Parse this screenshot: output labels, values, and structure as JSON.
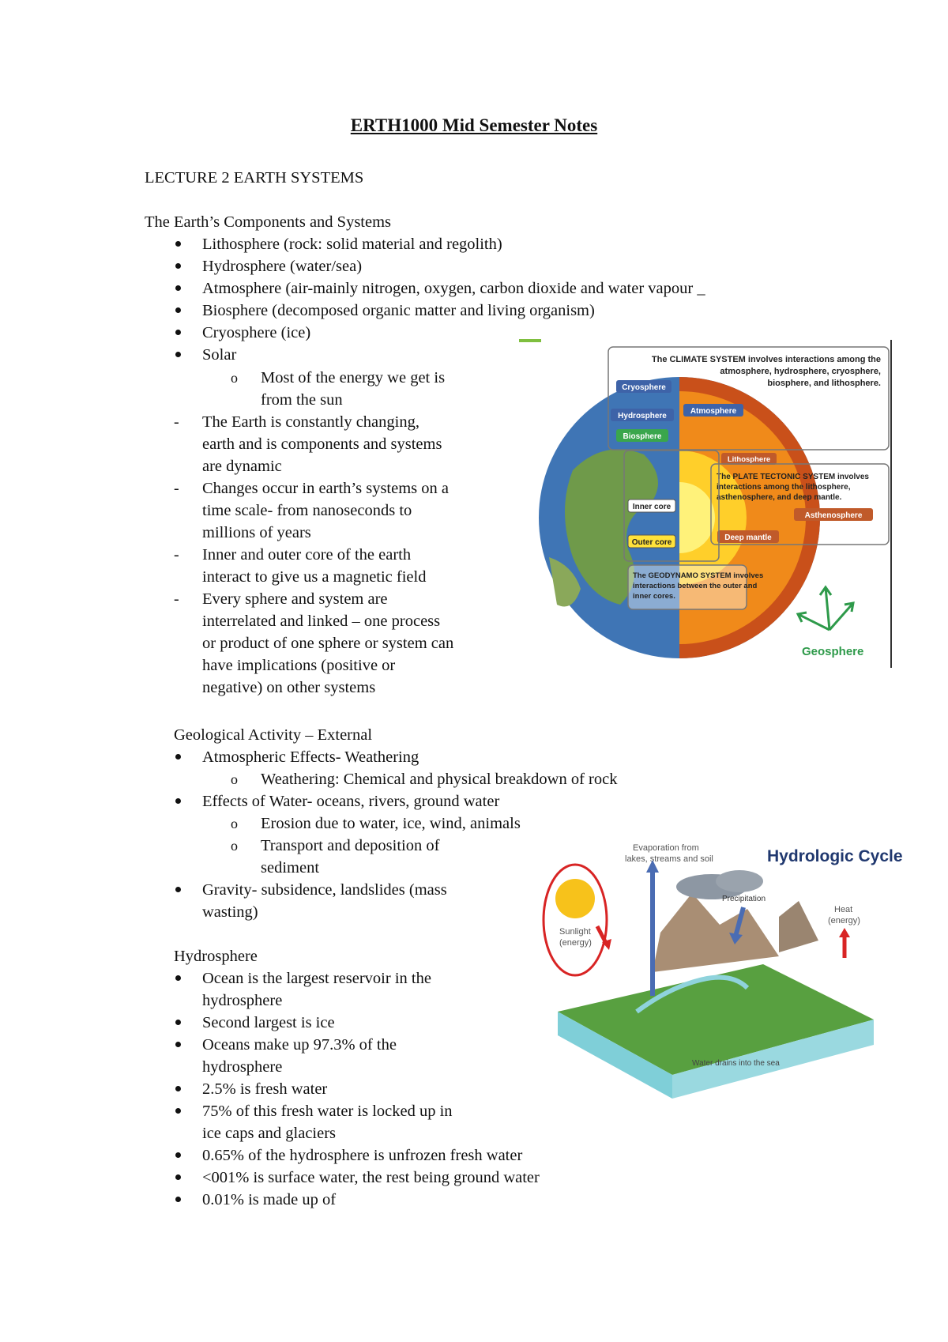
{
  "doc": {
    "title": "ERTH1000 Mid Semester Notes",
    "lecture": "LECTURE 2 EARTH SYSTEMS",
    "components": {
      "heading": "The Earth’s Components and Systems",
      "bullets": [
        "Lithosphere (rock: solid material and regolith)",
        "Hydrosphere (water/sea)",
        "Atmosphere (air-mainly nitrogen, oxygen, carbon dioxide and water vapour _",
        "Biosphere (decomposed organic matter and living organism)",
        "Cryosphere (ice)",
        "Solar"
      ],
      "solar_sub": [
        "Most of the energy we get is",
        "from the sun"
      ],
      "dashes": [
        [
          "The Earth is constantly changing,",
          "earth and is components and systems",
          "are dynamic"
        ],
        [
          "Changes occur in earth’s systems on a",
          "time scale- from nanoseconds to",
          "millions of years"
        ],
        [
          "Inner and outer core of the earth",
          "interact to give us a magnetic field"
        ],
        [
          "Every sphere and system are",
          "interrelated and linked – one process",
          "or product of one sphere or system can",
          "have implications (positive or",
          "negative) on other systems"
        ]
      ]
    },
    "geological": {
      "heading": "Geological Activity – External",
      "b1": "Atmospheric Effects- Weathering",
      "b1_sub": "Weathering: Chemical and physical breakdown of rock",
      "b2": "Effects of Water- oceans, rivers, ground water",
      "b2_sub1": "Erosion due to water, ice, wind, animals",
      "b2_sub2": [
        "Transport and deposition of",
        "sediment"
      ],
      "b3": [
        "Gravity- subsidence, landslides (mass",
        "wasting)"
      ]
    },
    "hydrosphere": {
      "heading": "Hydrosphere",
      "items": [
        [
          "Ocean is the largest reservoir in the",
          "hydrosphere"
        ],
        [
          "Second largest is ice"
        ],
        [
          "Oceans make up 97.3% of the",
          "hydrosphere"
        ],
        [
          "2.5% is fresh water"
        ],
        [
          "75% of this fresh water is locked up in",
          "ice caps and glaciers"
        ],
        [
          "0.65% of the hydrosphere is unfrozen fresh water"
        ],
        [
          "<001% is surface water, the rest being ground water"
        ],
        [
          "0.01% is made up of"
        ]
      ]
    }
  },
  "earth_figure": {
    "climate_text": [
      "The CLIMATE SYSTEM involves interactions among the",
      "atmosphere, hydrosphere, cryosphere,",
      "biosphere, and lithosphere."
    ],
    "labels": {
      "cryosphere": "Cryosphere",
      "hydrosphere": "Hydrosphere",
      "atmosphere": "Atmosphere",
      "biosphere": "Biosphere",
      "lithosphere": "Lithosphere",
      "inner_core": "Inner core",
      "outer_core": "Outer core",
      "asthenosphere": "Asthenosphere",
      "deep_mantle": "Deep mantle",
      "geosphere": "Geosphere"
    },
    "plate_text": [
      "The PLATE TECTONIC SYSTEM involves",
      "interactions among the lithosphere,",
      "asthenosphere, and deep mantle."
    ],
    "geodynamo_text": [
      "The GEODYNAMO SYSTEM involves",
      "interactions between the outer and",
      "inner cores."
    ]
  },
  "hydro_figure": {
    "title": "Hydrologic Cycle",
    "evaporation": [
      "Evaporation from",
      "lakes, streams and soil"
    ],
    "precipitation": "Precipitation",
    "heat": [
      "Heat",
      "(energy)"
    ],
    "sunlight": [
      "Sunlight",
      "(energy)"
    ],
    "water_drains": "Water drains into the sea"
  },
  "colors": {
    "core_yellow": "#ffe23a",
    "mantle_orange": "#f08a1a",
    "crust_red": "#c9501a",
    "asthenosphere_badge": "#c05a2a",
    "geosphere_green": "#2e9a4a",
    "biosphere_green": "#3aa64c",
    "badge_blue": "#3e63a8",
    "ocean": "#8fd3dc",
    "sun": "#f7c21b",
    "sun_ring": "#d82424"
  }
}
